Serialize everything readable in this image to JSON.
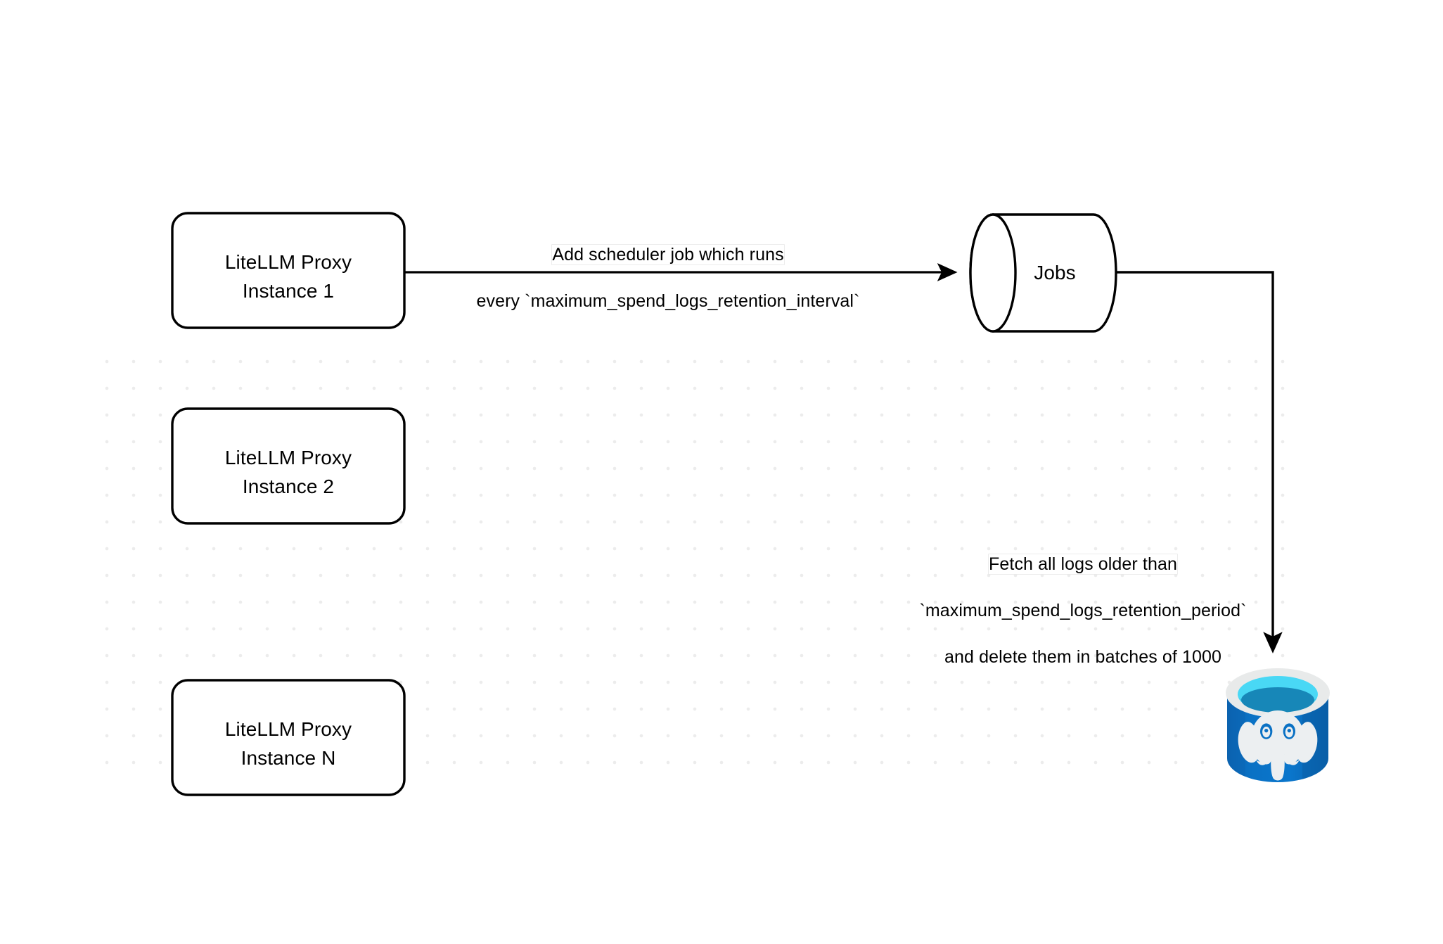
{
  "diagram": {
    "title": "LiteLLM spend logs retention scheduler flow",
    "background": {
      "color": "#ffffff",
      "grid_dot_color": "#ececec"
    },
    "stroke_color": "#000000",
    "nodes": [
      {
        "id": "proxy-instance-1",
        "shape": "rounded-rect",
        "label": "LiteLLM Proxy\nInstance 1"
      },
      {
        "id": "proxy-instance-2",
        "shape": "rounded-rect",
        "label": "LiteLLM Proxy\nInstance 2"
      },
      {
        "id": "proxy-instance-n",
        "shape": "rounded-rect",
        "label": "LiteLLM Proxy\nInstance N"
      },
      {
        "id": "jobs-queue",
        "shape": "cylinder-horizontal",
        "label": "Jobs"
      },
      {
        "id": "postgres-database",
        "shape": "database-icon",
        "label": "",
        "icon": "postgresql-elephant-icon",
        "colors": {
          "body": "#0a71c4",
          "body_dark": "#0b5ea8",
          "rim": "#e8e8e8",
          "liquid_ring": "#49d8f5",
          "liquid_inner": "#1787b8",
          "elephant": "#eceff1"
        }
      }
    ],
    "edges": [
      {
        "id": "edge-proxy1-to-jobs",
        "from": "proxy-instance-1",
        "to": "jobs-queue",
        "arrowhead": true,
        "label_line1": "Add scheduler job which runs",
        "label_line2": "every `maximum_spend_logs_retention_interval`"
      },
      {
        "id": "edge-jobs-to-postgres",
        "from": "jobs-queue",
        "to": "postgres-database",
        "arrowhead": true,
        "label_line1": "Fetch all logs older than",
        "label_line2": "`maximum_spend_logs_retention_period`",
        "label_line3": "and delete them in batches of 1000"
      }
    ]
  }
}
